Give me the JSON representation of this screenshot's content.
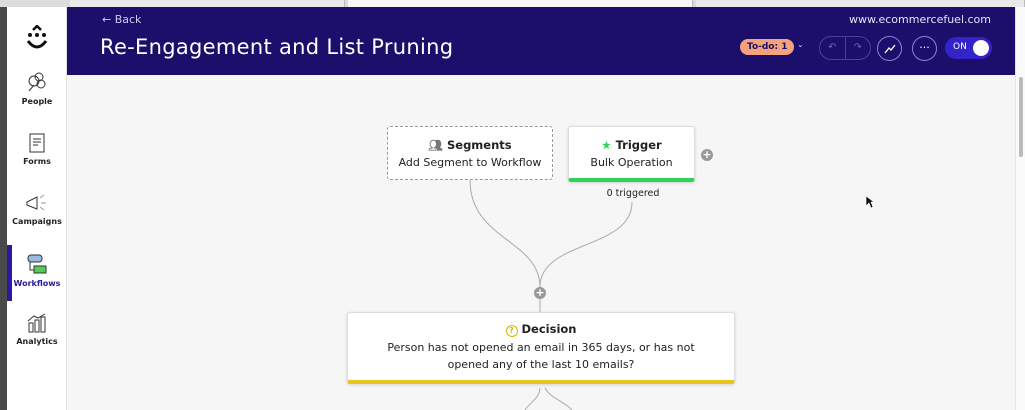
{
  "header": {
    "back_label": "← Back",
    "title": "Re-Engagement and List Pruning",
    "site": "www.ecommercefuel.com",
    "todo_label": "To-do: 1",
    "toggle_label": "ON",
    "toggle_on": true,
    "undo_icon": "undo-icon",
    "redo_icon": "redo-icon"
  },
  "sidebar": {
    "items": [
      {
        "label": "People",
        "icon": "people-icon"
      },
      {
        "label": "Forms",
        "icon": "form-icon"
      },
      {
        "label": "Campaigns",
        "icon": "megaphone-icon"
      },
      {
        "label": "Workflows",
        "icon": "workflow-icon",
        "active": true
      },
      {
        "label": "Analytics",
        "icon": "chart-icon"
      }
    ]
  },
  "workflow": {
    "segments": {
      "title": "Segments",
      "subtitle": "Add Segment to Workflow"
    },
    "trigger": {
      "title": "Trigger",
      "subtitle": "Bulk Operation",
      "count": "0 triggered"
    },
    "decision": {
      "title": "Decision",
      "subtitle": "Person has not opened an email in 365 days, or has not opened any of the last 10 emails?"
    }
  },
  "colors": {
    "header": "#1c0f6b",
    "accent": "#2a1aa0",
    "trigger": "#2fd35c",
    "decision": "#e8c520",
    "todo": "#f4a27c"
  }
}
